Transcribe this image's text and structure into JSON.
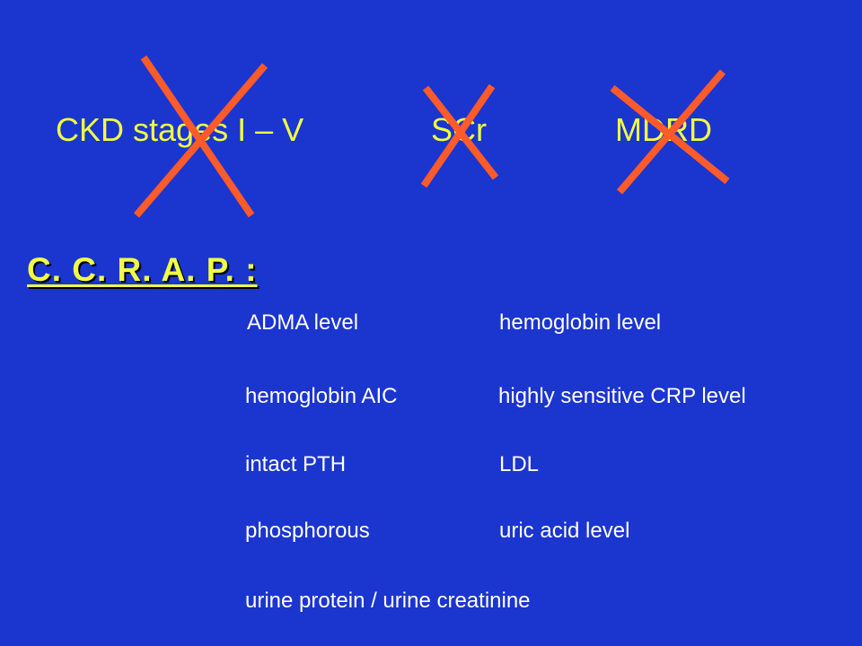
{
  "slide": {
    "background_color": "#1b35cf",
    "title_color": "#f0ff44",
    "cross_color": "#ff5a2a",
    "crossed_terms": [
      {
        "label": "CKD stages I – V"
      },
      {
        "label": "SCr"
      },
      {
        "label": "MDRD"
      }
    ],
    "heading": "C.  C.  R.  A.  P. :",
    "markers": [
      "ADMA level",
      "hemoglobin level",
      "hemoglobin AIC",
      "highly sensitive CRP level",
      "intact PTH",
      "LDL",
      "phosphorous",
      "uric acid level",
      "urine protein / urine creatinine"
    ]
  }
}
